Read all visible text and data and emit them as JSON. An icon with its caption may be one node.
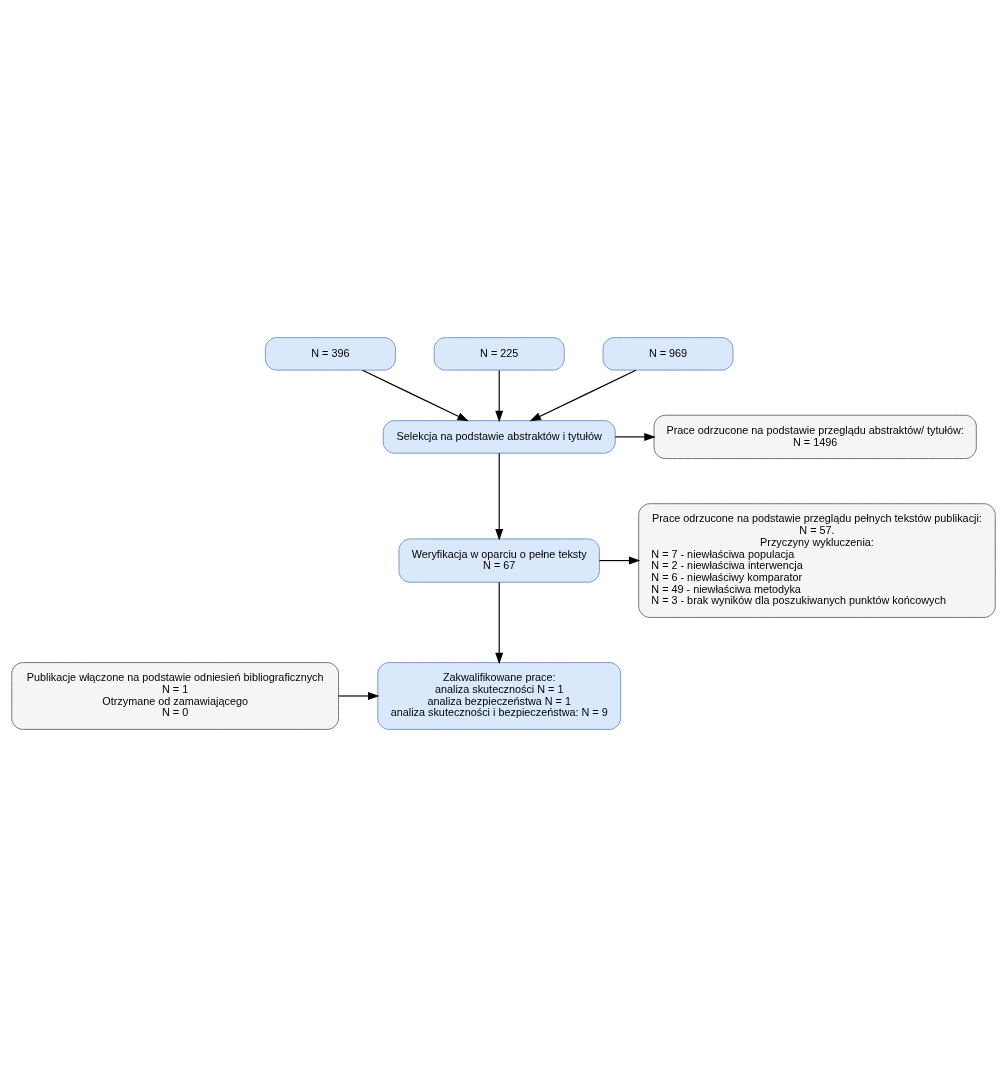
{
  "diagram": {
    "nodes": [
      {
        "text": [
          "N = 396"
        ]
      },
      {
        "text": [
          "N = 225"
        ]
      },
      {
        "text": [
          "N = 969"
        ]
      },
      {
        "text": [
          "Selekcja na podstawie abstraktów i tytułów"
        ]
      },
      {
        "text": [
          "Prace odrzucone na podstawie przeglądu abstraktów/ tytułów:",
          "N = 1496"
        ]
      },
      {
        "text": [
          "Weryfikacja w oparciu o pełne teksty",
          "N = 67"
        ]
      },
      {
        "text": [
          "Prace odrzucone na podstawie przeglądu pełnych tekstów publikacji:",
          "N = 57.",
          "Przyczyny wykluczenia:",
          "N = 7 - niewłaściwa populacja",
          "N = 2 - niewłaściwa interwencja",
          "N = 6 - niewłaściwy komparator",
          "N = 49 - niewłaściwa metodyka",
          "N = 3 - brak wyników dla poszukiwanych punktów końcowych"
        ]
      },
      {
        "text": [
          "Zakwalifikowane prace:",
          "analiza skuteczności N = 1",
          "analiza bezpieczeństwa N = 1",
          "analiza skuteczności i bezpieczeństwa: N = 9"
        ]
      },
      {
        "text": [
          "Publikacje włączone na podstawie odniesień bibliograficznych",
          "N = 1",
          "Otrzymane od zamawiającego",
          "N = 0"
        ]
      }
    ],
    "edges": [
      {
        "from": 0,
        "to": 3,
        "arrow": "to"
      },
      {
        "from": 1,
        "to": 3,
        "arrow": "to"
      },
      {
        "from": 2,
        "to": 3,
        "arrow": "to"
      },
      {
        "from": 3,
        "to": 4,
        "arrow": "to"
      },
      {
        "from": 3,
        "to": 5,
        "arrow": "to"
      },
      {
        "from": 5,
        "to": 6,
        "arrow": "to"
      },
      {
        "from": 5,
        "to": 7,
        "arrow": "to"
      },
      {
        "from": 8,
        "to": 7,
        "arrow": "to"
      }
    ]
  }
}
